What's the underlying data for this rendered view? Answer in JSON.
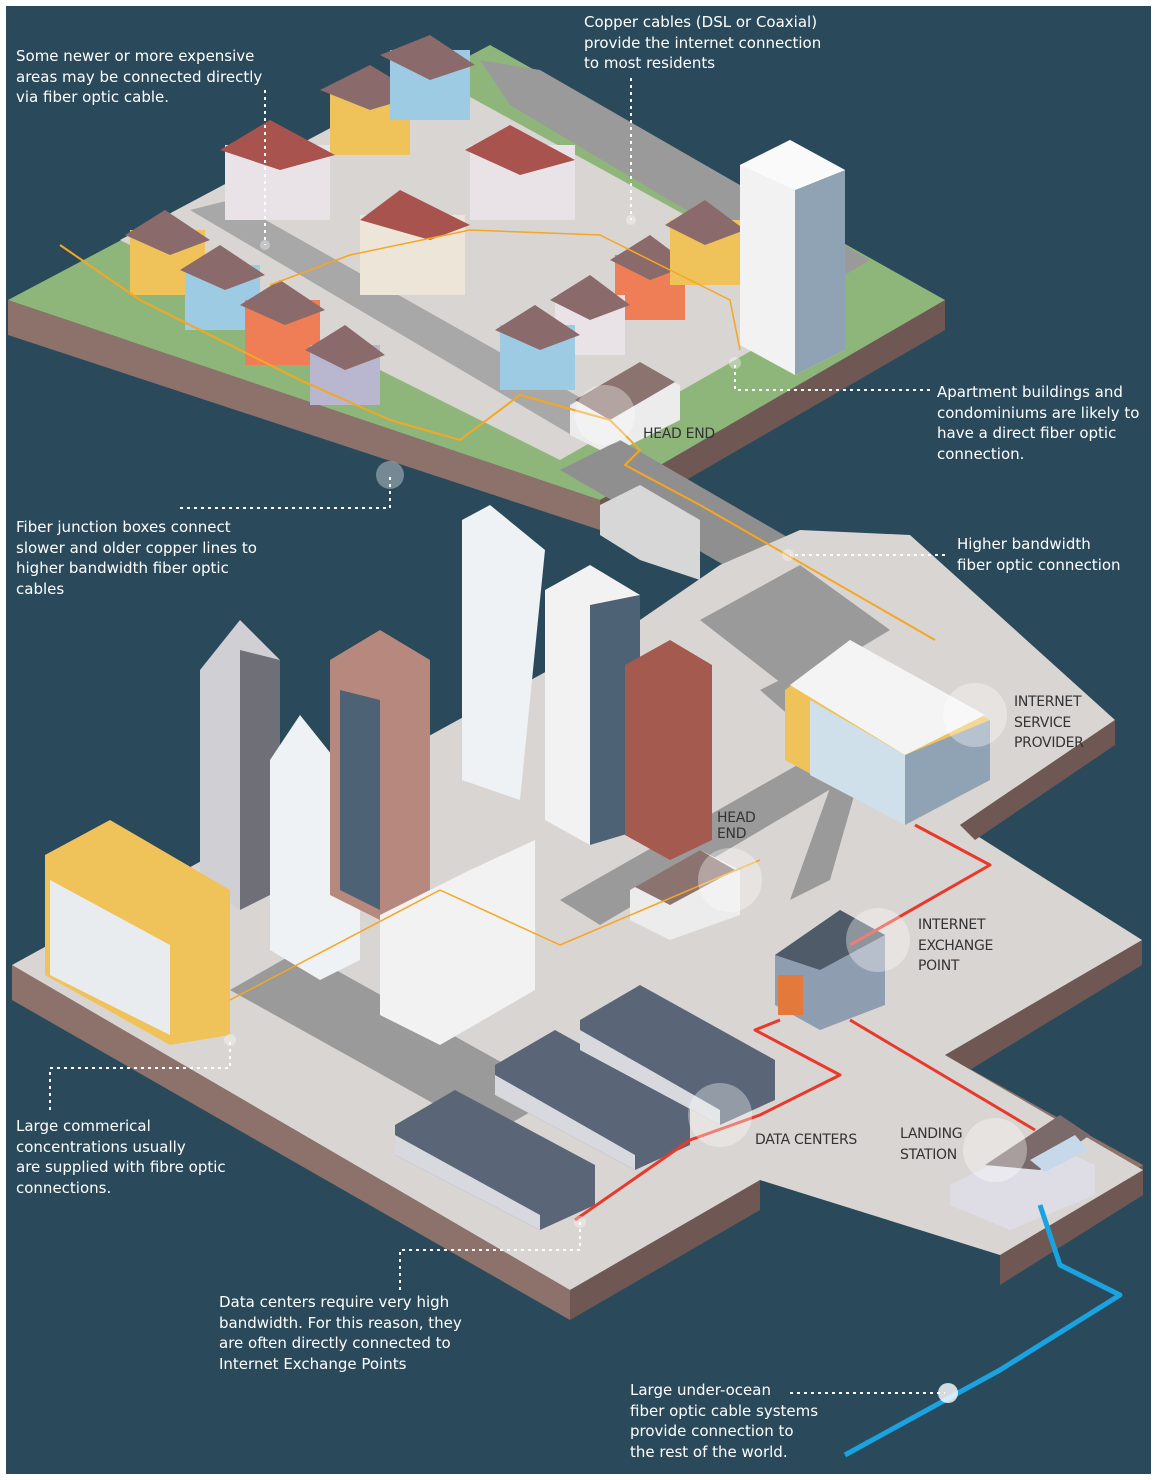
{
  "annotations": {
    "fiber_areas": "Some newer or more expensive\nareas may be connected directly\nvia fiber optic cable.",
    "copper": "Copper cables (DSL or Coaxial)\nprovide the internet connection\nto most residents",
    "apartments": "Apartment buildings and\ncondominiums are likely to\nhave a direct fiber optic\nconnection.",
    "junction": "Fiber junction boxes connect\nslower and older copper lines to\nhigher bandwidth fiber optic\ncables",
    "higher_bandwidth": "Higher bandwidth\nfiber optic connection",
    "commercial": "Large commerical\nconcentrations usually\nare supplied with fibre optic\nconnections.",
    "data_centers": "Data centers require very high\nbandwidth. For this reason, they\nare often directly connected to\nInternet Exchange Points",
    "undersea": "Large under-ocean\nfiber optic cable systems\nprovide connection to\nthe rest of the world."
  },
  "labels": {
    "head_end_top": "HEAD END",
    "head_end_city": "HEAD\nEND",
    "isp": "INTERNET\nSERVICE\nPROVIDER",
    "ixp": "INTERNET\nEXCHANGE\nPOINT",
    "data_centers": "DATA CENTERS",
    "landing_station": "LANDING\nSTATION"
  },
  "colors": {
    "background": "#2a4a5b",
    "copper_cable": "#f5a623",
    "backbone_cable": "#e8392b",
    "ocean_cable": "#1aa3e0",
    "ground": "#d9d5d2",
    "grass": "#8fb67a",
    "earth": "#8c726a"
  }
}
